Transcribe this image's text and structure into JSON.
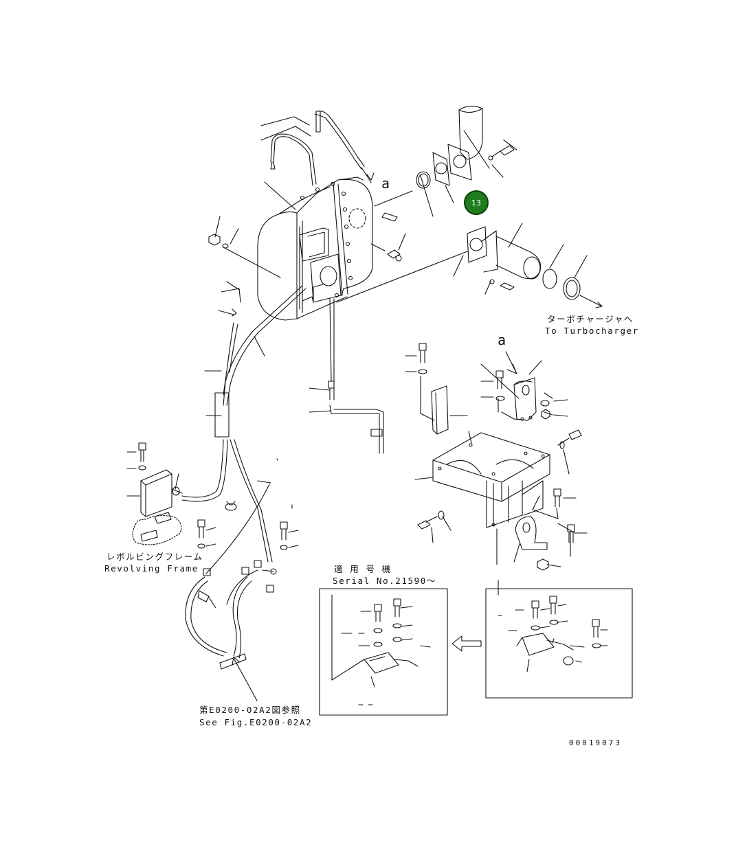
{
  "labels": {
    "turbo_jp": "ターボチャージャへ",
    "turbo_en": "To Turbocharger",
    "frame_jp": "レボルビングフレーム",
    "frame_en": "Revolving Frame",
    "serial_jp": "適 用 号 機",
    "serial_en": "Serial No.21590～",
    "fig_jp": "第E0200-02A2図参照",
    "fig_en": "See Fig.E0200-02A2",
    "drawing_no": "00019073",
    "marker_a_top": "a",
    "marker_a_bracket": "a"
  },
  "callout": {
    "number": "13",
    "color": "#1e7b1e"
  }
}
